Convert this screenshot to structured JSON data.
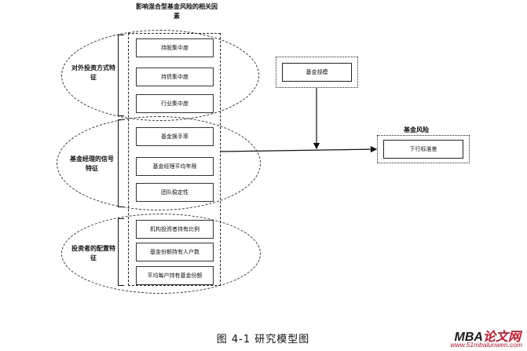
{
  "diagram": {
    "top_title": "影响混合型基金风险的相关因素",
    "groups": [
      {
        "label": "对外投资方式特征",
        "factors": [
          "持股集中度",
          "持债集中度",
          "行业集中度"
        ]
      },
      {
        "label": "基金经理的信号特征",
        "factors": [
          "基金换手率",
          "基金经理平均年限",
          "团队稳定性"
        ]
      },
      {
        "label": "投资者的配置特征",
        "factors": [
          "机构投资者持有比例",
          "基金份额持有人户数",
          "平均每户持有基金份额"
        ]
      }
    ],
    "control": {
      "label": "基金规模"
    },
    "outcome": {
      "title": "基金风险",
      "label": "下行标准差"
    }
  },
  "caption": "图 4-1  研究模型图",
  "watermark": {
    "brand_left": "MBA",
    "brand_right": "论文网",
    "url": "www.51mbalunwen.com"
  },
  "colors": {
    "watermark_red": "#d0152a",
    "line": "#111111"
  }
}
